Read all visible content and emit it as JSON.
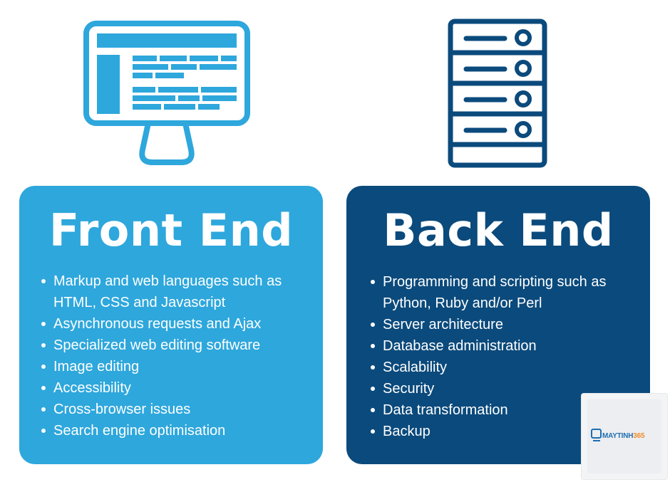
{
  "front_end": {
    "title": "Front End",
    "items": [
      [
        "Markup and web languages such as",
        "HTML, CSS and Javascript"
      ],
      [
        "Asynchronous requests and Ajax"
      ],
      [
        "Specialized web editing software"
      ],
      [
        "Image editing"
      ],
      [
        "Accessibility"
      ],
      [
        "Cross-browser issues"
      ],
      [
        "Search engine optimisation"
      ]
    ]
  },
  "back_end": {
    "title": "Back End",
    "items": [
      [
        "Programming and scripting such as",
        "Python, Ruby and/or Perl"
      ],
      [
        "Server architecture"
      ],
      [
        "Database administration"
      ],
      [
        "Scalability"
      ],
      [
        "Security"
      ],
      [
        "Data transformation"
      ],
      [
        "Backup"
      ]
    ]
  },
  "watermark": {
    "brand_prefix": "MAYTINH",
    "brand_number": "365"
  },
  "colors": {
    "front_panel": "#2ea7dc",
    "back_panel": "#0b4a7c",
    "monitor_icon": "#2ea7dc",
    "server_icon": "#0b4a7c",
    "text": "#ffffff"
  },
  "icons": {
    "front": "monitor-icon",
    "back": "server-icon"
  }
}
